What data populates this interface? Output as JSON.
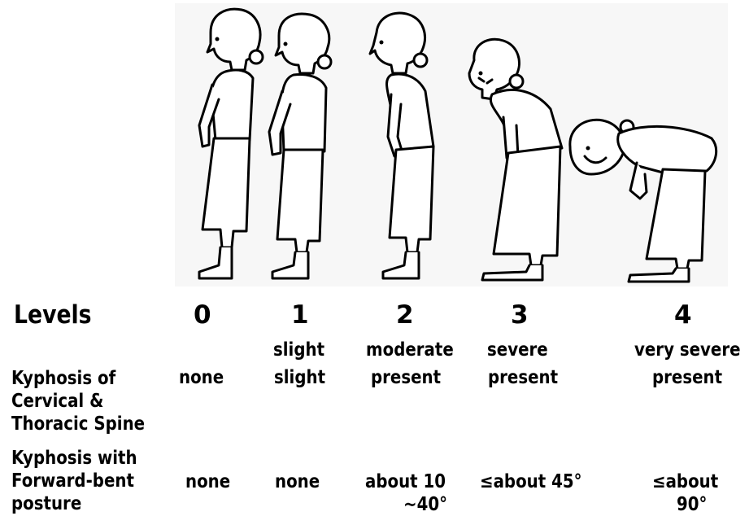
{
  "levels_label": "Levels",
  "levels": [
    {
      "number": "0",
      "descriptor": "",
      "cervical": "none",
      "forward": "none"
    },
    {
      "number": "1",
      "descriptor": "slight",
      "cervical": "slight",
      "forward": "none"
    },
    {
      "number": "2",
      "descriptor": "moderate",
      "cervical": "present",
      "forward": "about 10",
      "forward_line2": "∼40°"
    },
    {
      "number": "3",
      "descriptor": "severe",
      "cervical": "present",
      "forward": "≤about 45°"
    },
    {
      "number": "4",
      "descriptor": "very severe",
      "cervical": "present",
      "forward": "≤about",
      "forward_line2": "90°"
    }
  ],
  "row_cervical": {
    "line1": "Kyphosis of",
    "line2": "Cervical &",
    "line3": "Thoracic Spine"
  },
  "row_forward": {
    "line1": "Kyphosis with",
    "line2": "Forward-bent",
    "line3": "posture"
  }
}
